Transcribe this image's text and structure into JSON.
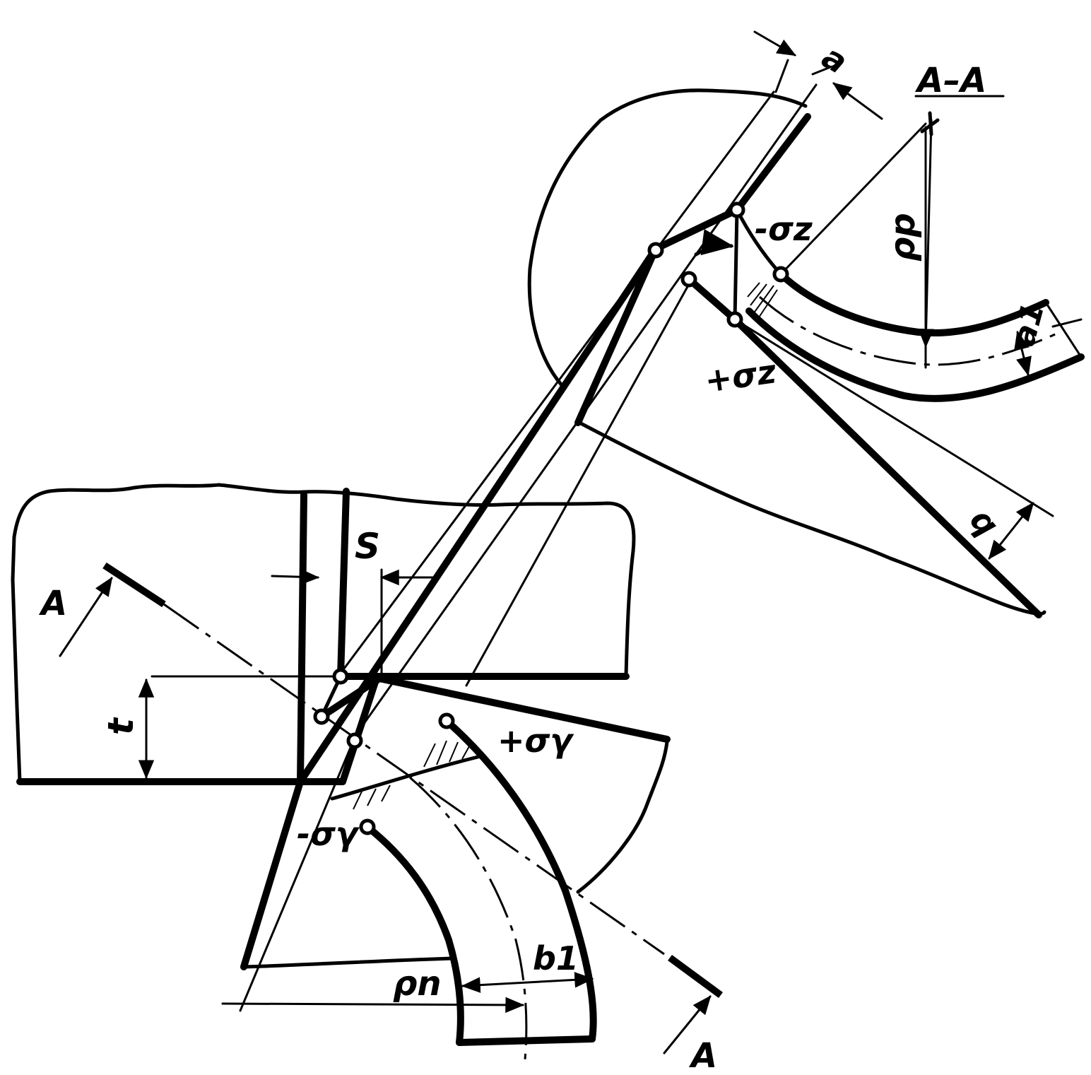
{
  "labels": {
    "section_title": "A–A",
    "section_mark_left": "A",
    "section_mark_right": "A",
    "dim_a": "a",
    "dim_a1": "a1",
    "dim_b": "b",
    "dim_b1": "b1",
    "dim_s": "S",
    "dim_t": "t",
    "rho_p": "ρp",
    "rho_n": "ρn",
    "sigma_z_neg": "-σz",
    "sigma_z_pos": "+σz",
    "sigma_y_neg": "-σγ",
    "sigma_y_pos": "+σγ"
  }
}
